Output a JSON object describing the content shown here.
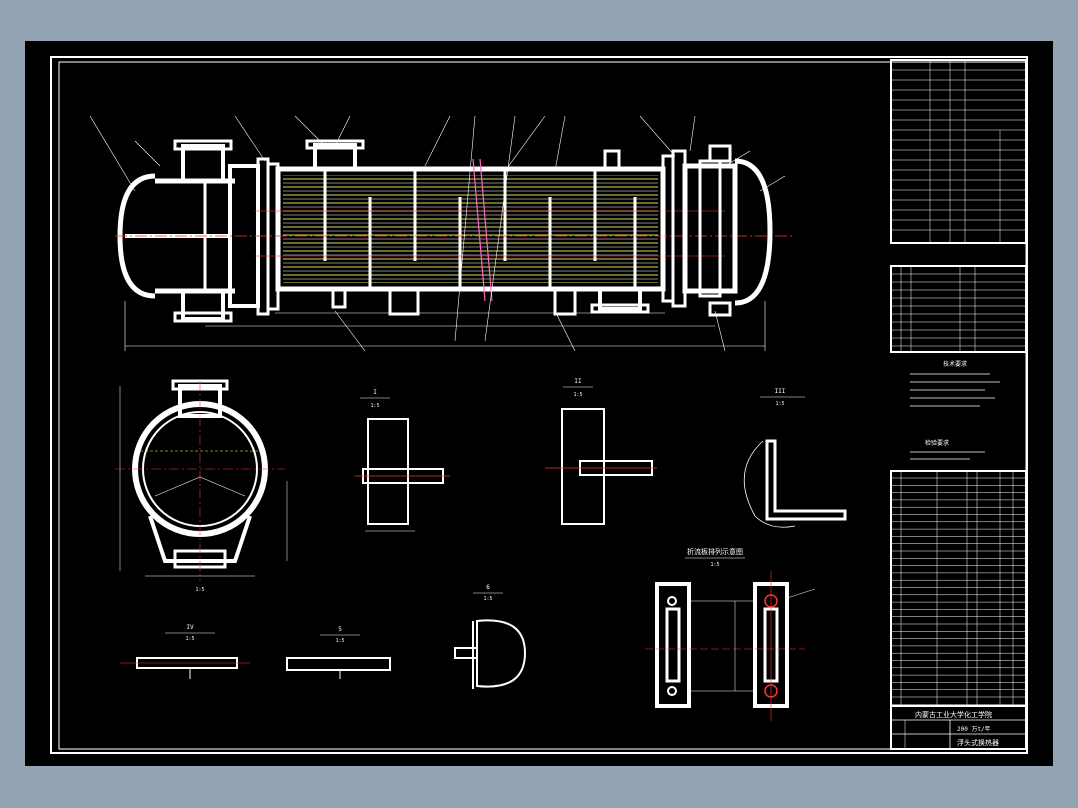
{
  "title_block": {
    "school": "内蒙古工业大学化工学院",
    "design_line": "200 万t/年",
    "drawing_name": "浮头式换热器"
  },
  "views": {
    "side_scale": "1:5",
    "detail_1": {
      "label": "I",
      "scale": "1:5"
    },
    "detail_2": {
      "label": "II",
      "scale": "1:5"
    },
    "detail_3": {
      "label": "III",
      "scale": "1:5"
    },
    "detail_4": {
      "label": "IV",
      "scale": "1:5"
    },
    "detail_5": {
      "label": "5",
      "scale": "1:5"
    },
    "detail_6": {
      "label": "6",
      "scale": "1:5"
    },
    "baffle_view": {
      "label": "折流板排列示意图",
      "scale": "1:5"
    }
  },
  "notes": {
    "tech_title": "技术要求",
    "inspect_title": "检验要求"
  },
  "colors": {
    "background": "#000000",
    "frame": "#94a3b4",
    "lines": "#ffffff",
    "tubes": "#ffff66",
    "centerline": "#ff3333",
    "hatch": "#ff66cc"
  }
}
